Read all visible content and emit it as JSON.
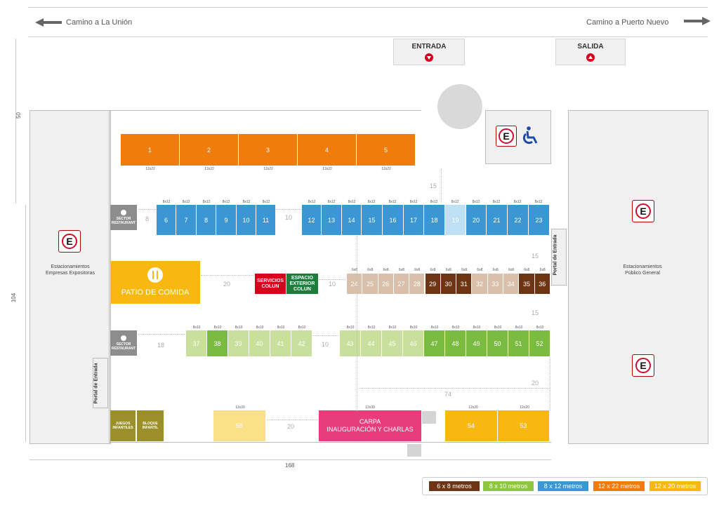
{
  "roads": {
    "left": "Camino a La Unión",
    "right": "Camino a Puerto Nuevo"
  },
  "gates": {
    "entrada": "ENTRADA",
    "salida": "SALIDA"
  },
  "parking": {
    "left_label": "Estacionamientos\nEmpresas Expositoras",
    "right_label": "Estacionamientos\nPúblico General",
    "sign_letter": "E"
  },
  "dimensions": {
    "top_left": "50",
    "left": "104",
    "bottom": "168"
  },
  "spacing": {
    "s15a": "15",
    "s15b": "15",
    "s15c": "15",
    "s8": "8",
    "s10a": "10",
    "s20a": "20",
    "s10b": "10",
    "s18": "18",
    "s10c": "10",
    "s74": "74",
    "s20b": "20",
    "s20c": "20"
  },
  "row1": {
    "labels": [
      "1",
      "2",
      "3",
      "4",
      "5"
    ],
    "size": "12x22"
  },
  "row2": {
    "labels": [
      "6",
      "7",
      "8",
      "9",
      "10",
      "11",
      "12",
      "13",
      "14",
      "15",
      "16",
      "17",
      "18",
      "19",
      "20",
      "21",
      "22",
      "23"
    ],
    "size": "8x12"
  },
  "row3": {
    "labels": [
      "24",
      "25",
      "26",
      "27",
      "28",
      "29",
      "30",
      "31",
      "32",
      "33",
      "34",
      "35",
      "36"
    ],
    "size": "6x8"
  },
  "row4": {
    "labels": [
      "37",
      "38",
      "39",
      "40",
      "41",
      "42",
      "43",
      "44",
      "45",
      "46",
      "47",
      "48",
      "49",
      "50",
      "51",
      "52"
    ],
    "size": "8x10"
  },
  "row5": {
    "s55": "55",
    "s54": "54",
    "s53": "53",
    "size": "12x20",
    "carpa_size": "12x39"
  },
  "areas": {
    "sector_restaurant": "SECTOR\nRESTAURANT",
    "patio": "PATIO DE COMIDA",
    "servicios": "SERVICIOS\nCOLUN",
    "espacio": "ESPACIO\nEXTERIOR\nCOLUN",
    "portal": "Portal de Entrada",
    "juegos": "JUEGOS\nINFANTILES",
    "bloque": "BLOQUE\nINFANTIL",
    "carpa": "CARPA\nINAUGURACIÓN Y CHARLAS"
  },
  "legend": [
    {
      "label": "6 x 8 metros",
      "color": "#6e3514"
    },
    {
      "label": "8 x 10 metros",
      "color": "#8dc63f"
    },
    {
      "label": "8 x 12 metros",
      "color": "#3b97d3"
    },
    {
      "label": "12 x 22 metros",
      "color": "#f07c0b"
    },
    {
      "label": "12 x 20 metros",
      "color": "#f7b90f"
    }
  ],
  "colors": {
    "orange": "#f07c0b",
    "blue": "#3b97d3",
    "lightblue": "#bfe0f3",
    "brown": "#6e3514",
    "beige": "#d8c0ab",
    "green": "#7cbb42",
    "lightgreen": "#c9e09c",
    "yellow": "#f7b90f",
    "lightyellow": "#fbe08a",
    "olive": "#9a8f2b",
    "pink": "#e73c7e",
    "red": "#d6001c",
    "darkgreen": "#1e7d3a",
    "gray": "#8d8d8d"
  }
}
